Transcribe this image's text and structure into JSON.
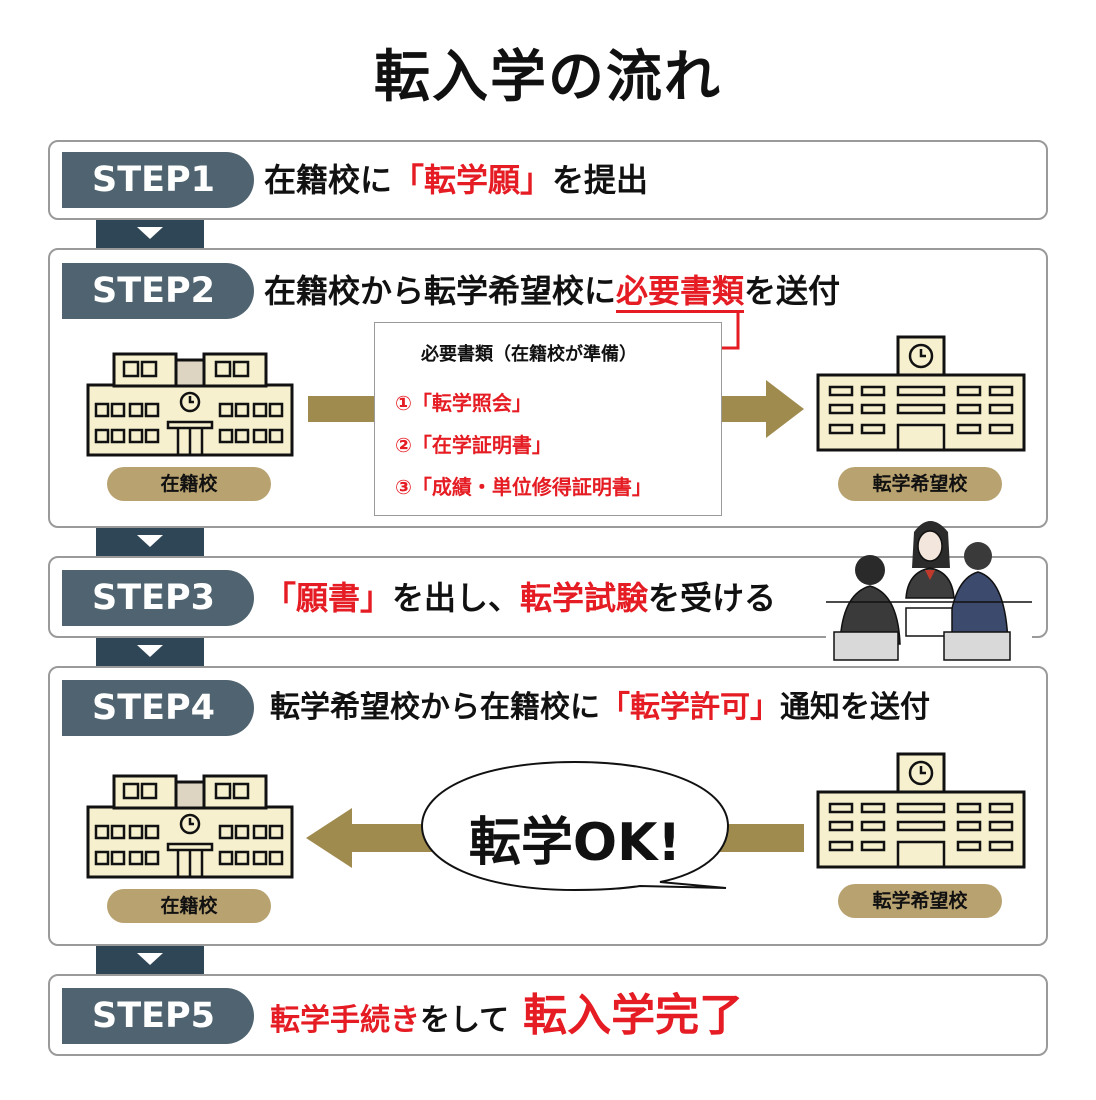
{
  "title": "転入学の流れ",
  "steps": [
    {
      "label": "STEP1",
      "pre": "在籍校に",
      "red": "「転学願」",
      "post": "を提出"
    },
    {
      "label": "STEP2",
      "pre": "在籍校から転学希望校に",
      "red": "必要書類",
      "post": "を送付"
    },
    {
      "label": "STEP3",
      "red1": "「願書」",
      "mid": "を出し、",
      "red2": "転学試験",
      "post": "を受ける"
    },
    {
      "label": "STEP4",
      "pre": "転学希望校から在籍校に",
      "red": "「転学許可」",
      "post": "通知を送付"
    },
    {
      "label": "STEP5",
      "red": "転学手続き",
      "mid": "をして",
      "big": "転入学完了"
    }
  ],
  "docs": {
    "title": "必要書類（在籍校が準備）",
    "items": [
      "①「転学照会」",
      "②「在学証明書」",
      "③「成績・単位修得証明書」"
    ]
  },
  "schools": {
    "current": "在籍校",
    "target": "転学希望校"
  },
  "bubble": "転学OK!",
  "colors": {
    "step_pill": "#4f6470",
    "connector": "#2f4656",
    "gold": "#b8a270",
    "red": "#e51c23"
  }
}
